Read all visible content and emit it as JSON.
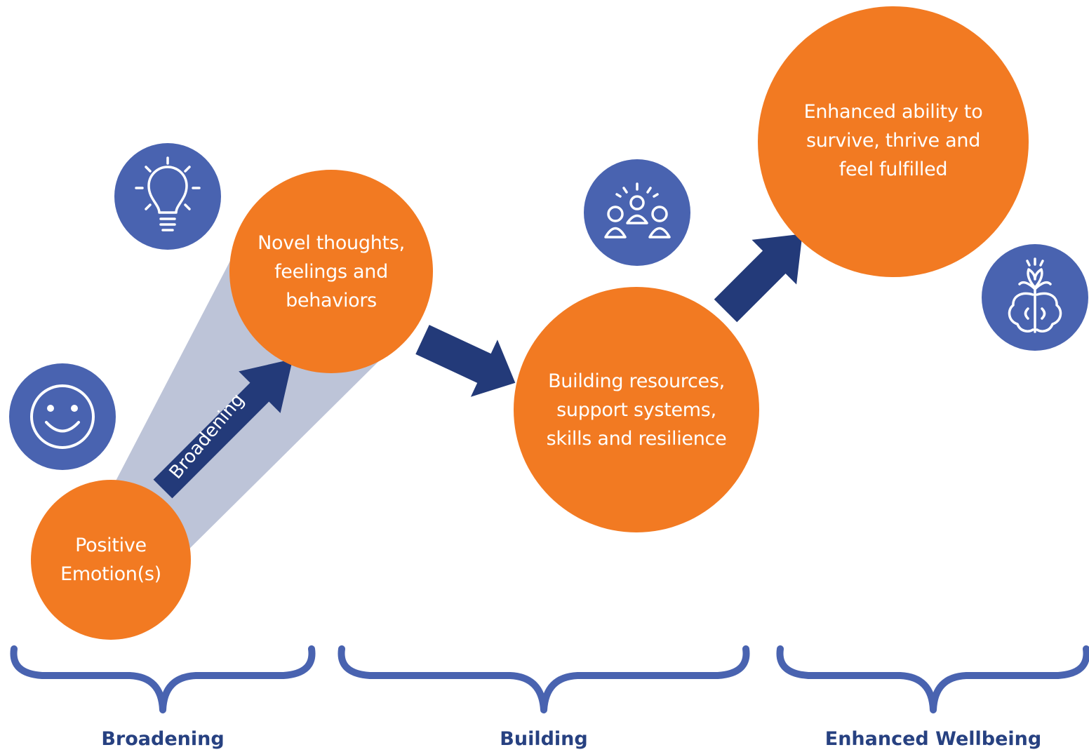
{
  "colors": {
    "node_orange": "#F27A22",
    "icon_blue": "#4963B0",
    "arrow_navy": "#233A79",
    "beam": "#BDC4D8",
    "label_navy": "#274181"
  },
  "nodes": {
    "positive_emotion": [
      "Positive",
      "Emotion(s)"
    ],
    "novel_thoughts": [
      "Novel thoughts,",
      "feelings and",
      "behaviors"
    ],
    "building_resources": [
      "Building resources,",
      "support systems,",
      "skills and resilience"
    ],
    "enhanced_ability": [
      "Enhanced ability to",
      "survive, thrive and",
      "feel fulfilled"
    ]
  },
  "arrow_label": "Broadening",
  "icons": [
    "smiley-face-icon",
    "lightbulb-icon",
    "group-people-icon",
    "brain-growth-icon"
  ],
  "phases": [
    "Broadening",
    "Building",
    "Enhanced Wellbeing"
  ]
}
